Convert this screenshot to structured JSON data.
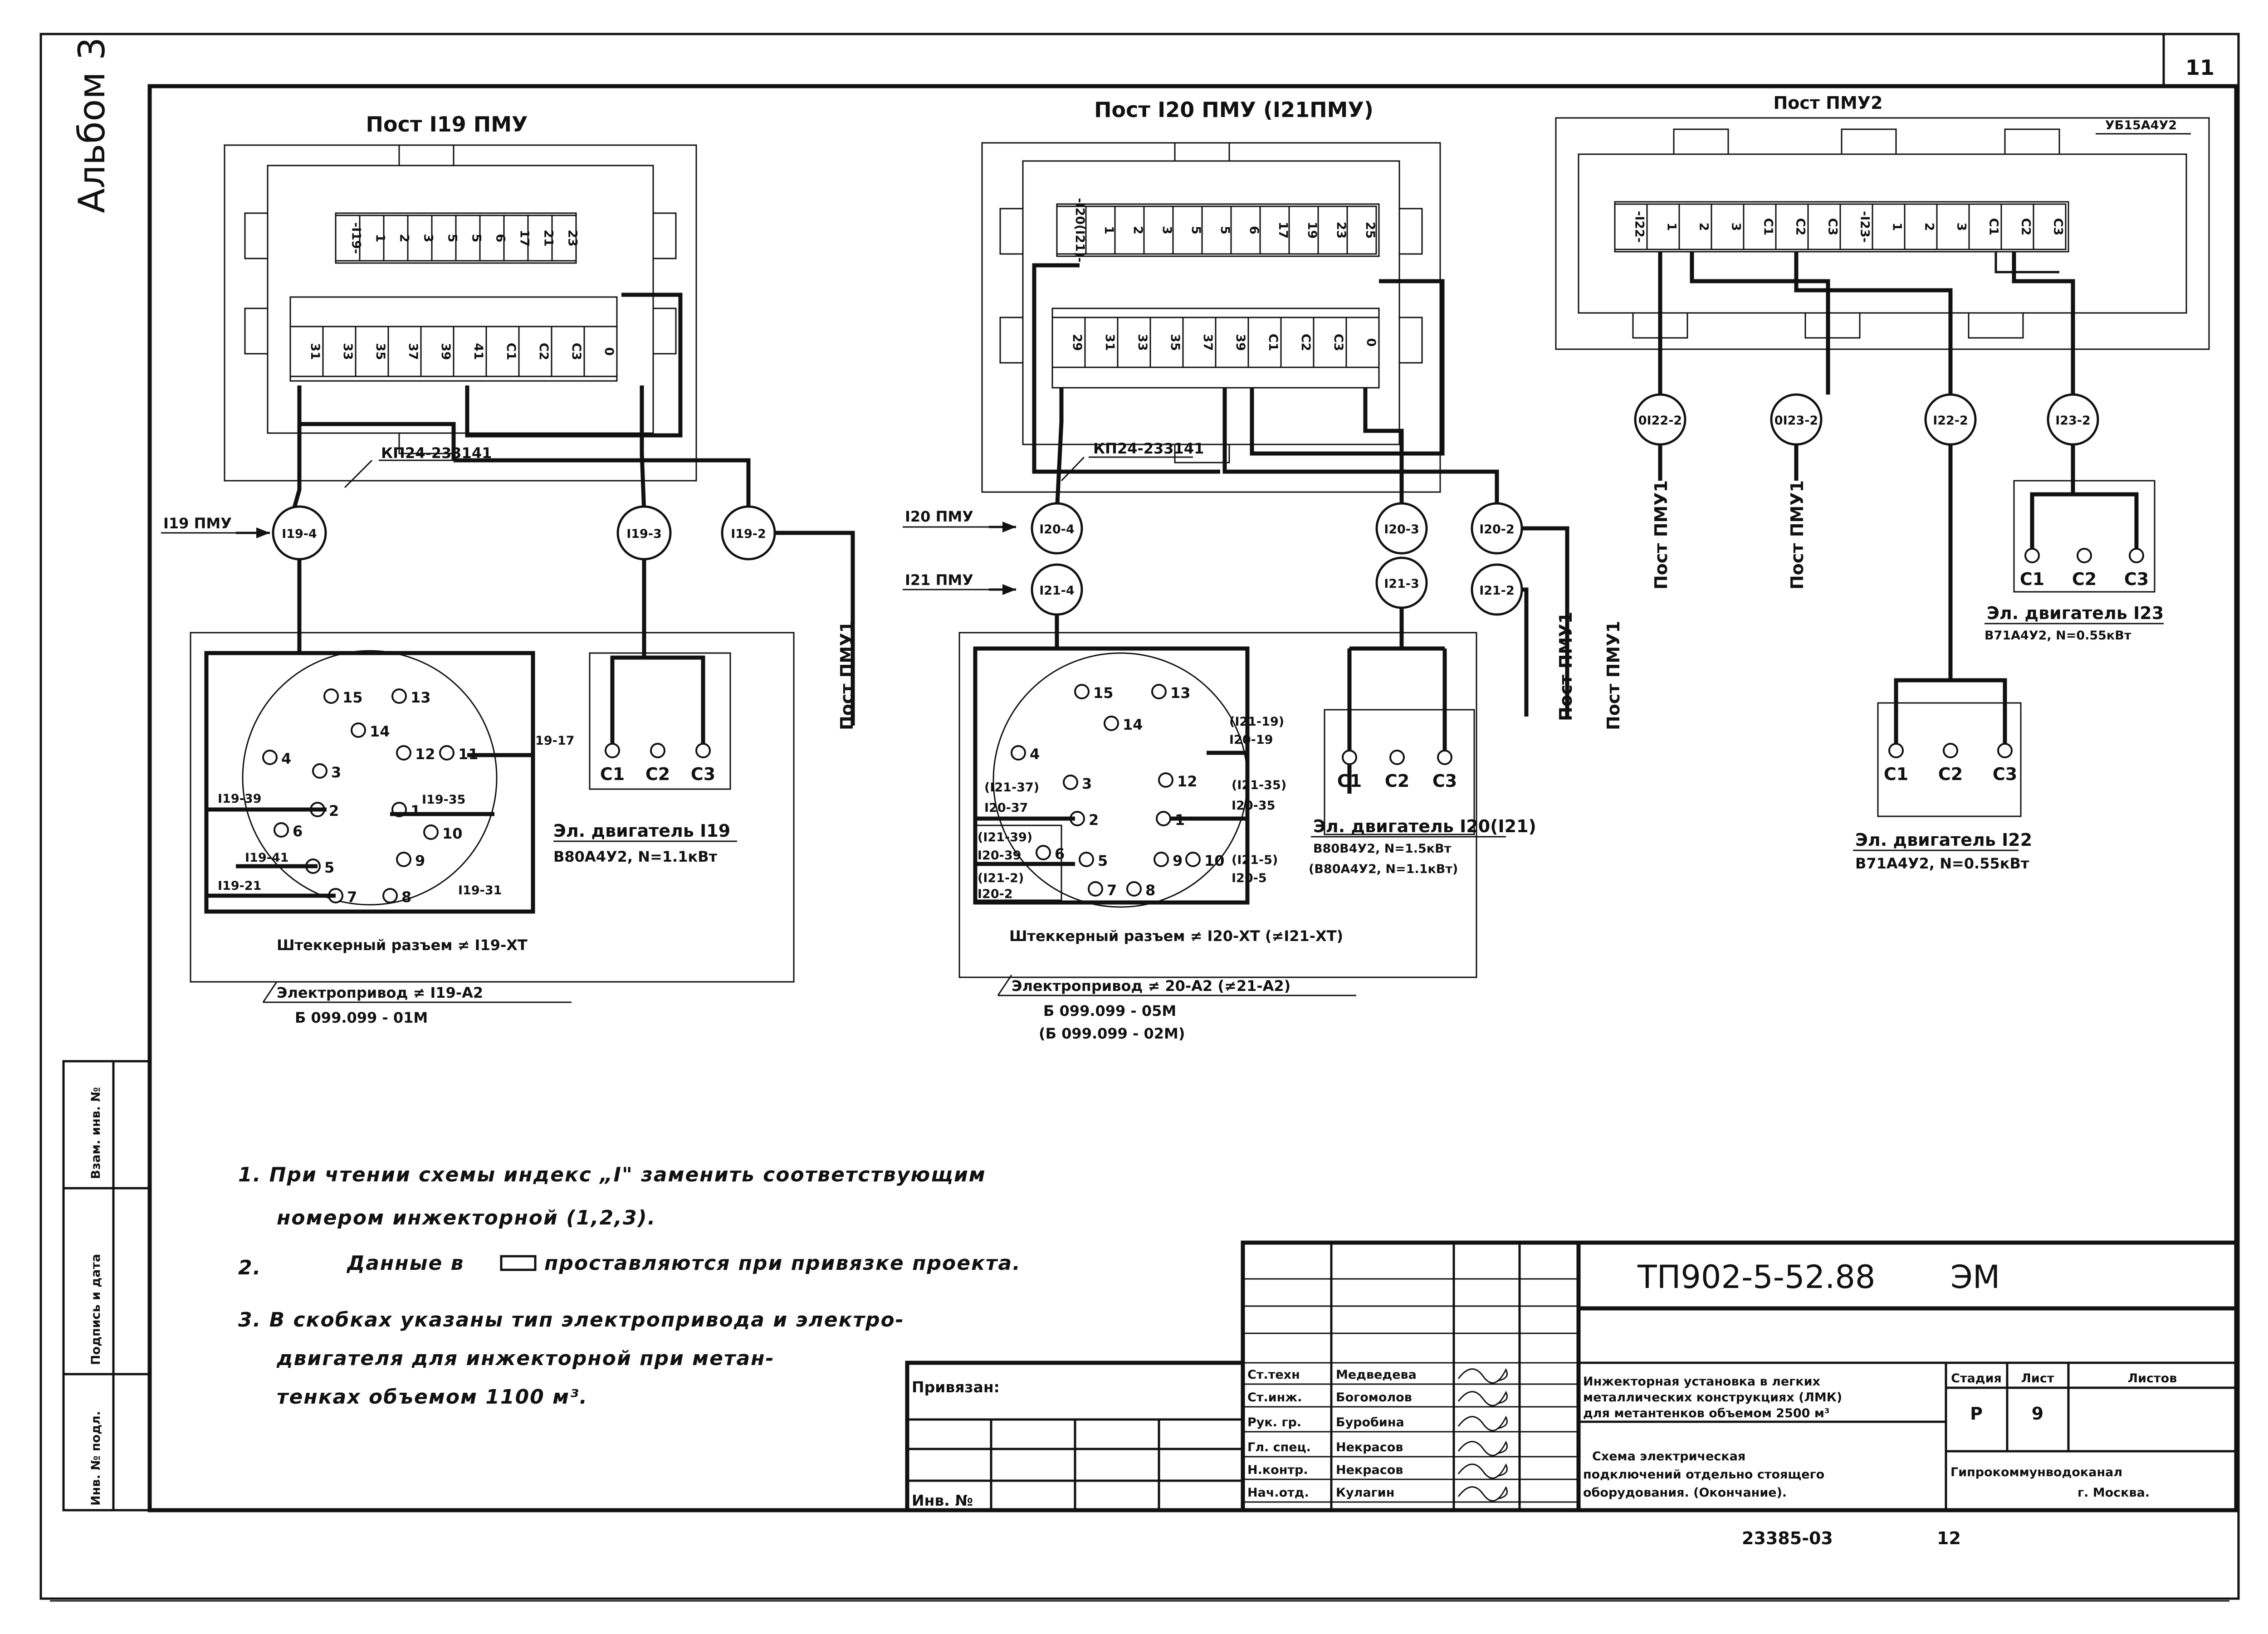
{
  "sheet": {
    "number": "11",
    "album": "Альбом 3",
    "side_labels": [
      "Инв. № подл.",
      "Подпись и дата",
      "Взам. инв. №"
    ]
  },
  "post119": {
    "title": "Пост I19 ПМУ",
    "terminals_top": [
      "-I19-",
      "1",
      "2",
      "3",
      "5",
      "5",
      "6",
      "17",
      "21",
      "23"
    ],
    "terminals_bottom": [
      "31",
      "33",
      "35",
      "37",
      "39",
      "41",
      "С1",
      "С2",
      "С3",
      "0"
    ],
    "block_label": "КП24-233141",
    "input_label": "I19 ПМУ",
    "bubbles": [
      "I19-4",
      "I19-3",
      "I19-2"
    ],
    "cable_label": "Пост ПМУ1",
    "connector": {
      "pins": [
        "15",
        "13",
        "14",
        "12",
        "11",
        "4",
        "3",
        "2",
        "1",
        "10",
        "6",
        "5",
        "9",
        "7",
        "8"
      ],
      "wires": [
        "I19-17",
        "I19-39",
        "I19-35",
        "I19-41",
        "I19-21",
        "I19-31"
      ],
      "caption": "Штеккерный разъем ≠ I19-ХТ"
    },
    "drive": {
      "label": "Электропривод ≠ I19-А2",
      "code": "Б 099.099 - 01М"
    },
    "motor": {
      "pins": [
        "С1",
        "С2",
        "С3"
      ],
      "label": "Эл. двигатель I19",
      "spec": "В80А4У2, N=1.1кВт"
    }
  },
  "post120": {
    "title": "Пост I20 ПМУ (I21ПМУ)",
    "terminals_top": [
      "-I20(I21)-",
      "1",
      "2",
      "3",
      "5",
      "5",
      "6",
      "17",
      "19",
      "23",
      "25"
    ],
    "terminals_bottom": [
      "29",
      "31",
      "33",
      "35",
      "37",
      "39",
      "С1",
      "С2",
      "С3",
      "0"
    ],
    "block_label": "КП24-233141",
    "input_labels": [
      "I20 ПМУ",
      "I21 ПМУ"
    ],
    "bubbles": [
      "I20-4",
      "I21-4",
      "I20-3",
      "I21-3",
      "I20-2",
      "I21-2"
    ],
    "cable_labels": [
      "Пост ПМУ1",
      "Пост ПМУ1"
    ],
    "connector": {
      "pins": [
        "15",
        "13",
        "14",
        "12",
        "4",
        "3",
        "2",
        "1",
        "6",
        "5",
        "9",
        "10",
        "7",
        "8"
      ],
      "wires": [
        "(I21-19)",
        "I20-19",
        "(I21-37)",
        "I20-37",
        "(I21-35)",
        "I20-35",
        "(I21-39)",
        "I20-39",
        "(I21-5)",
        "I20-5",
        "(I21-2)",
        "I20-2"
      ],
      "caption": "Штеккерный разъем ≠ I20-ХТ (≠I21-ХТ)"
    },
    "drive": {
      "label": "Электропривод ≠ 20-А2 (≠21-А2)",
      "code": "Б 099.099 - 05М",
      "code_alt": "(Б 099.099 - 02М)"
    },
    "motor": {
      "pins": [
        "С1",
        "С2",
        "С3"
      ],
      "label": "Эл. двигатель I20(I21)",
      "spec": "В80В4У2, N=1.5кВт",
      "spec_alt": "(В80А4У2, N=1.1кВт)"
    }
  },
  "post_pmu2": {
    "title": "Пост ПМУ2",
    "block_label": "УБ15А4У2",
    "terminals": [
      "-I22-",
      "1",
      "2",
      "3",
      "С1",
      "С2",
      "С3",
      "-I23-",
      "1",
      "2",
      "3",
      "С1",
      "С2",
      "С3"
    ],
    "bubbles": [
      "0I22-2",
      "0I23-2",
      "I22-2",
      "I23-2"
    ],
    "cable_labels": [
      "Пост ПМУ1",
      "Пост ПМУ1"
    ],
    "motor123": {
      "pins": [
        "С1",
        "С2",
        "С3"
      ],
      "label": "Эл. двигатель I23",
      "spec": "В71А4У2, N=0.55кВт"
    },
    "motor122": {
      "pins": [
        "С1",
        "С2",
        "С3"
      ],
      "label": "Эл. двигатель I22",
      "spec": "В71А4У2, N=0.55кВт"
    }
  },
  "notes": [
    "1. При чтении схемы индекс „I\" заменить соответствующим",
    "номером инжекторной (1,2,3).",
    "2.",
    "Данные в",
    "проставляются при привязке проекта.",
    "3. В скобках указаны тип электропривода и электро-",
    "двигателя для инжекторной при метан-",
    "тенках объемом 1100 м³."
  ],
  "title_block": {
    "bound": "Привязан:",
    "inv": "Инв. №",
    "doc_code": "ТП902-5-52.88",
    "doc_mark": "ЭМ",
    "roles": [
      "Ст.техн",
      "Ст.инж.",
      "Рук. гр.",
      "Гл. спец.",
      "Н.контр.",
      "Нач.отд."
    ],
    "names": [
      "Медведева",
      "Богомолов",
      "Буробина",
      "Некрасов",
      "Некрасов",
      "Кулагин"
    ],
    "project_title": [
      "Инжекторная установка в легких",
      "металлических конструкциях (ЛМК)",
      "для метантенков объемом 2500 м³"
    ],
    "sheet_title": [
      "Схема электрическая",
      "подключений отдельно стоящего",
      "оборудования. (Окончание)."
    ],
    "stage_header": "Стадия",
    "sheet_header": "Лист",
    "sheets_header": "Листов",
    "stage": "Р",
    "sheet_no": "9",
    "org": [
      "Гипрокоммунводоканал",
      "г. Москва."
    ],
    "archive": "23385-03",
    "archive_page": "12"
  }
}
